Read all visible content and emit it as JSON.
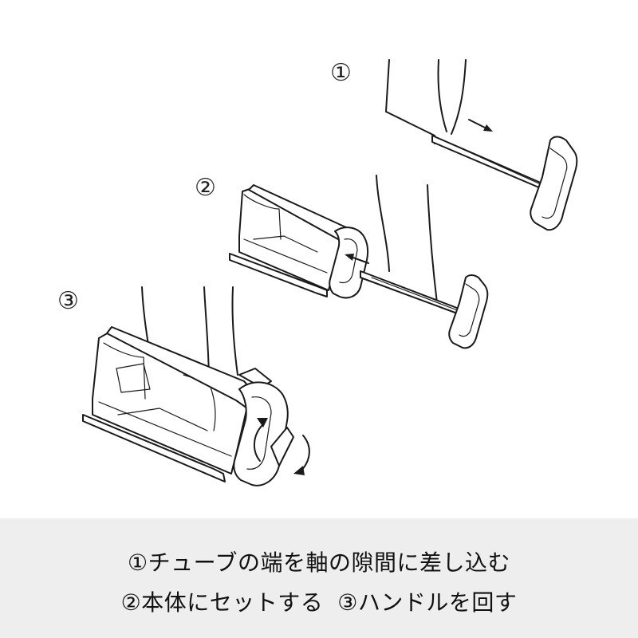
{
  "steps": {
    "one": "①",
    "two": "②",
    "three": "③"
  },
  "caption": {
    "line1": "①チューブの端を軸の隙間に差し込む",
    "line2_a": "②本体にセットする",
    "line2_b": "③ハンドルを回す"
  }
}
